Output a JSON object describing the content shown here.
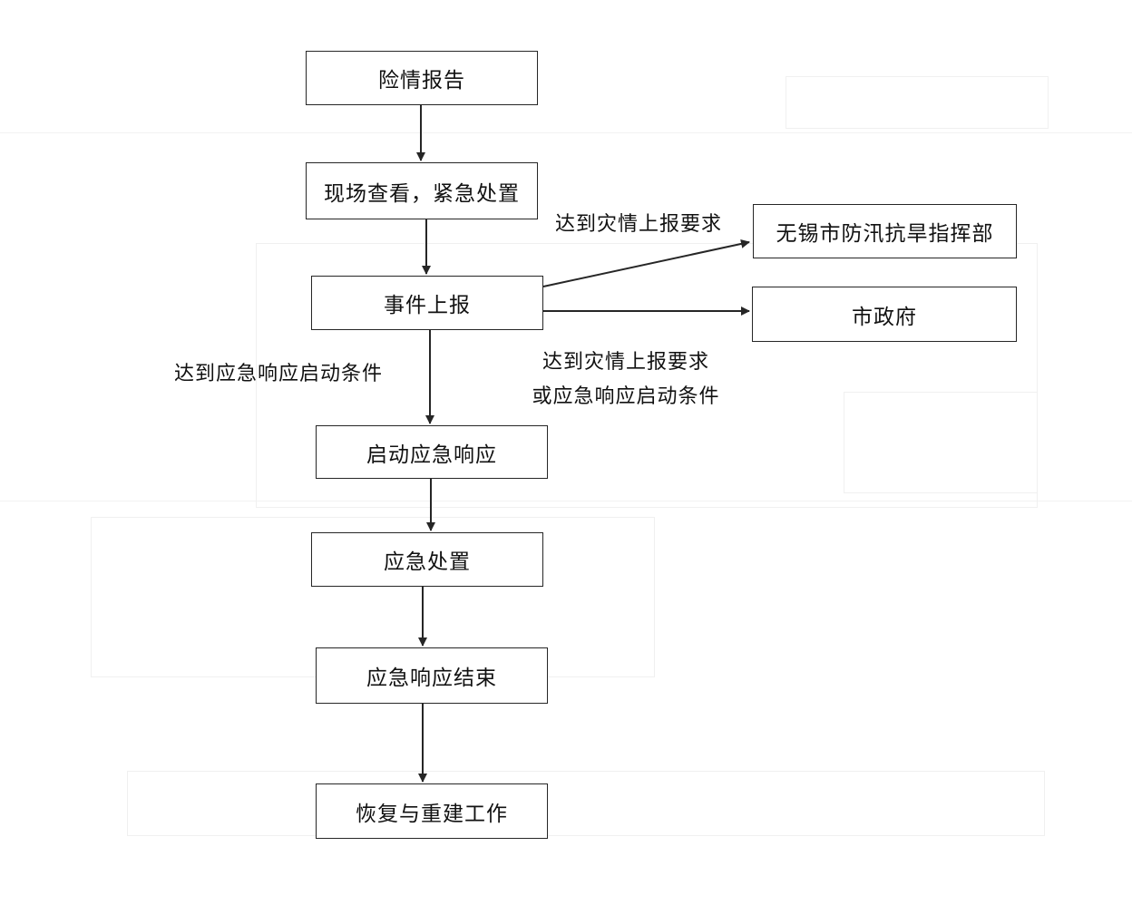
{
  "nodes": {
    "danger_report": "险情报告",
    "site_inspection": "现场查看，紧急处置",
    "event_report": "事件上报",
    "flood_hq": "无锡市防汛抗旱指挥部",
    "city_gov": "市政府",
    "start_response": "启动应急响应",
    "emergency_handling": "应急处置",
    "response_end": "应急响应结束",
    "recovery": "恢复与重建工作"
  },
  "edge_labels": {
    "to_flood_hq": "达到灾情上报要求",
    "to_city_gov_line1": "达到灾情上报要求",
    "to_city_gov_line2": "或应急响应启动条件",
    "to_start_response": "达到应急响应启动条件"
  },
  "colors": {
    "line": "#262626",
    "text": "#111111",
    "background": "#ffffff"
  }
}
